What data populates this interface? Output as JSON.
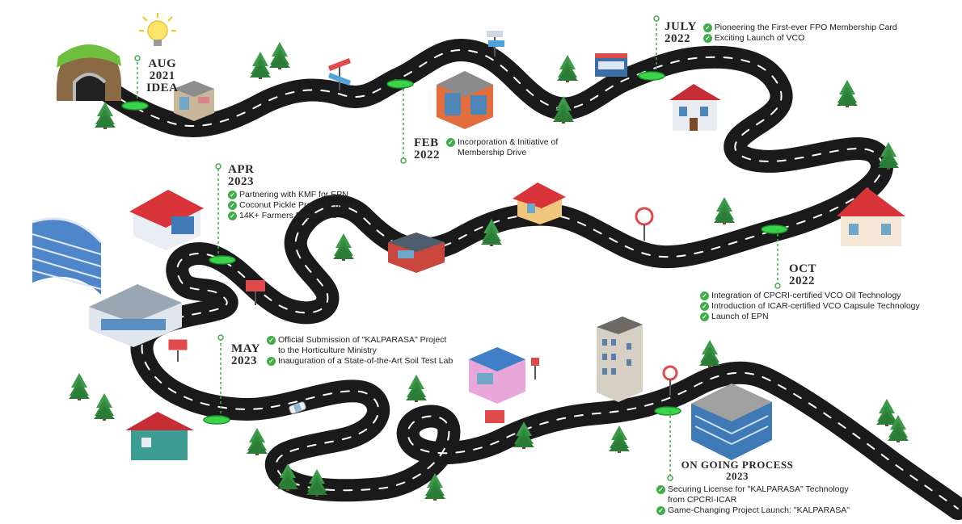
{
  "milestones": [
    {
      "id": "aug2021",
      "date": "AUG\n2021\nIDEA",
      "items": []
    },
    {
      "id": "feb2022",
      "date": "FEB\n2022",
      "items": [
        "Incorporation & Initiative of\nMembership Drive"
      ]
    },
    {
      "id": "july2022",
      "date": "JULY\n2022",
      "items": [
        "Pioneering the First-ever FPO Membership Card",
        "Exciting Launch of VCO"
      ]
    },
    {
      "id": "apr2023",
      "date": "APR\n2023",
      "items": [
        "Partnering with KMF for EPN",
        "Coconut Pickle Product Launch",
        "14K+ Farmers Registered"
      ]
    },
    {
      "id": "oct2022",
      "date": "OCT\n2022",
      "items": [
        "Integration of CPCRI-certified VCO Oil Technology",
        "Introduction of ICAR-certified VCO Capsule Technology",
        "Launch of EPN"
      ]
    },
    {
      "id": "may2023",
      "date": "MAY\n2023",
      "items": [
        "Official Submission of \"KALPARASA\" Project\nto the Horticulture Ministry",
        "Inauguration of a State-of-the-Art Soil Test Lab"
      ]
    },
    {
      "id": "ongoing",
      "date": "ON GOING PROCESS\n2023",
      "items": [
        "Securing License for \"KALPARASA\" Technology\nfrom CPCRI-ICAR",
        "Game-Changing Project Launch: \"KALPARASA\""
      ]
    }
  ],
  "icons": {
    "check": "check-circle-icon",
    "tree": "tree-icon",
    "building": "building-icon",
    "house": "house-icon",
    "bulb": "lightbulb-icon",
    "sign": "signpost-icon",
    "car": "car-icon",
    "billboard": "billboard-icon"
  },
  "colors": {
    "road": "#1a1a1a",
    "lane": "#ffffff",
    "marker": "#39d44a",
    "check": "#3fae49",
    "tree": "#2f8a3c",
    "roof": "#d9343a"
  }
}
